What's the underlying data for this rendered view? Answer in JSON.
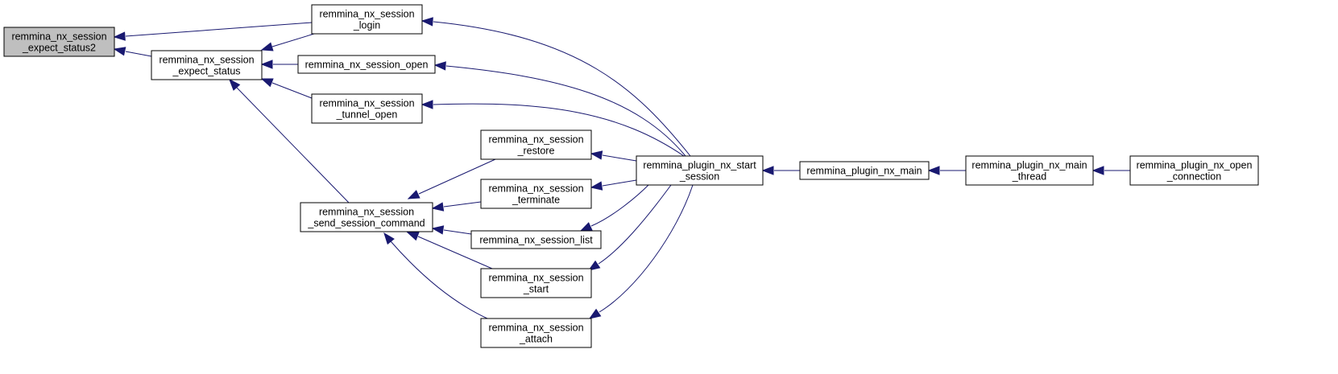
{
  "colors": {
    "edge": "#191970",
    "node_fill": "#ffffff",
    "highlight_fill": "#bfbfbf",
    "border": "#000000"
  },
  "nodes": [
    {
      "id": "expect_status2",
      "highlighted": true,
      "lines": [
        "remmina_nx_session",
        "_expect_status2"
      ]
    },
    {
      "id": "expect_status",
      "highlighted": false,
      "lines": [
        "remmina_nx_session",
        "_expect_status"
      ]
    },
    {
      "id": "login",
      "highlighted": false,
      "lines": [
        "remmina_nx_session",
        "_login"
      ]
    },
    {
      "id": "open",
      "highlighted": false,
      "lines": [
        "remmina_nx_session_open"
      ]
    },
    {
      "id": "tunnel_open",
      "highlighted": false,
      "lines": [
        "remmina_nx_session",
        "_tunnel_open"
      ]
    },
    {
      "id": "send_session_command",
      "highlighted": false,
      "lines": [
        "remmina_nx_session",
        "_send_session_command"
      ]
    },
    {
      "id": "restore",
      "highlighted": false,
      "lines": [
        "remmina_nx_session",
        "_restore"
      ]
    },
    {
      "id": "terminate",
      "highlighted": false,
      "lines": [
        "remmina_nx_session",
        "_terminate"
      ]
    },
    {
      "id": "list",
      "highlighted": false,
      "lines": [
        "remmina_nx_session_list"
      ]
    },
    {
      "id": "start",
      "highlighted": false,
      "lines": [
        "remmina_nx_session",
        "_start"
      ]
    },
    {
      "id": "attach",
      "highlighted": false,
      "lines": [
        "remmina_nx_session",
        "_attach"
      ]
    },
    {
      "id": "start_session",
      "highlighted": false,
      "lines": [
        "remmina_plugin_nx_start",
        "_session"
      ]
    },
    {
      "id": "nx_main",
      "highlighted": false,
      "lines": [
        "remmina_plugin_nx_main"
      ]
    },
    {
      "id": "main_thread",
      "highlighted": false,
      "lines": [
        "remmina_plugin_nx_main",
        "_thread"
      ]
    },
    {
      "id": "open_connection",
      "highlighted": false,
      "lines": [
        "remmina_plugin_nx_open",
        "_connection"
      ]
    }
  ],
  "edges": [
    {
      "from": "login",
      "to": "expect_status2"
    },
    {
      "from": "expect_status",
      "to": "expect_status2"
    },
    {
      "from": "login",
      "to": "expect_status"
    },
    {
      "from": "open",
      "to": "expect_status"
    },
    {
      "from": "tunnel_open",
      "to": "expect_status"
    },
    {
      "from": "send_session_command",
      "to": "expect_status"
    },
    {
      "from": "start_session",
      "to": "login"
    },
    {
      "from": "start_session",
      "to": "open"
    },
    {
      "from": "start_session",
      "to": "tunnel_open"
    },
    {
      "from": "restore",
      "to": "send_session_command"
    },
    {
      "from": "terminate",
      "to": "send_session_command"
    },
    {
      "from": "list",
      "to": "send_session_command"
    },
    {
      "from": "start",
      "to": "send_session_command"
    },
    {
      "from": "attach",
      "to": "send_session_command"
    },
    {
      "from": "start_session",
      "to": "restore"
    },
    {
      "from": "start_session",
      "to": "terminate"
    },
    {
      "from": "start_session",
      "to": "list"
    },
    {
      "from": "start_session",
      "to": "start"
    },
    {
      "from": "start_session",
      "to": "attach"
    },
    {
      "from": "nx_main",
      "to": "start_session"
    },
    {
      "from": "main_thread",
      "to": "nx_main"
    },
    {
      "from": "open_connection",
      "to": "main_thread"
    }
  ]
}
